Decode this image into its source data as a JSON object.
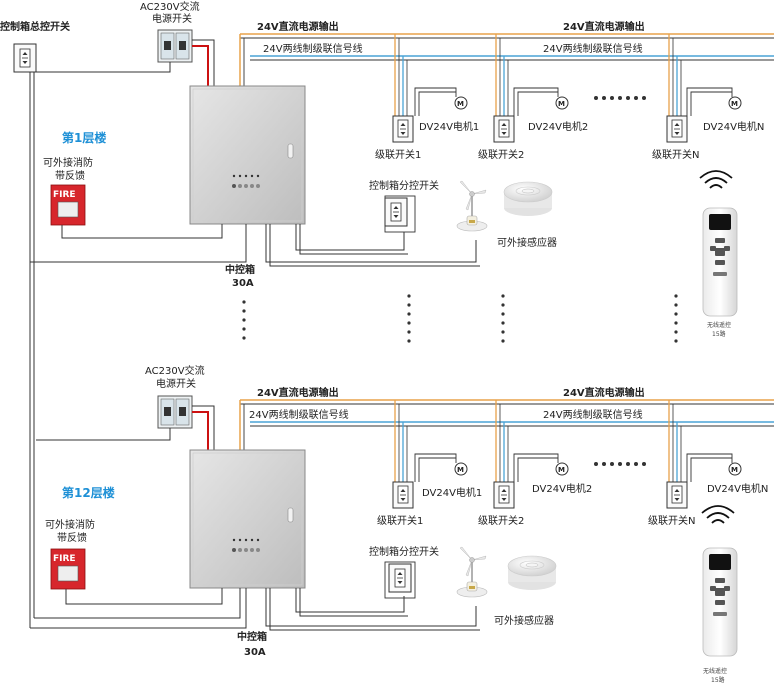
{
  "master_switch_label": "控制箱总控开关",
  "floors": [
    {
      "floor_label": "第1层楼",
      "ac_label_line1": "AC230V交流",
      "ac_label_line2": "电源开关",
      "dc_output_label": "24V直流电源输出",
      "signal_label": "24V两线制级联信号线",
      "fire_feedback_line1": "可外接消防",
      "fire_feedback_line2": "带反馈",
      "fire_text": "FIRE",
      "motor_icon_text": "M",
      "motors": [
        {
          "motor_label": "DV24V电机1",
          "switch_label": "级联开关1"
        },
        {
          "motor_label": "DV24V电机2",
          "switch_label": "级联开关2"
        },
        {
          "motor_label": "DV24V电机N",
          "switch_label": "级联开关N"
        }
      ],
      "control_box_label": "中控箱",
      "control_box_rating": "30A",
      "sub_switch_label": "控制箱分控开关",
      "sensor_label": "可外接感应器",
      "remote_line1": "无线遥控",
      "remote_line2": "15路"
    },
    {
      "floor_label": "第12层楼",
      "ac_label_line1": "AC230V交流",
      "ac_label_line2": "电源开关",
      "dc_output_label": "24V直流电源输出",
      "signal_label": "24V两线制级联信号线",
      "fire_feedback_line1": "可外接消防",
      "fire_feedback_line2": "带反馈",
      "fire_text": "FIRE",
      "motor_icon_text": "M",
      "motors": [
        {
          "motor_label": "DV24V电机1",
          "switch_label": "级联开关1"
        },
        {
          "motor_label": "DV24V电机2",
          "switch_label": "级联开关2"
        },
        {
          "motor_label": "DV24V电机N",
          "switch_label": "级联开关N"
        }
      ],
      "control_box_label": "中控箱",
      "control_box_rating": "30A",
      "sub_switch_label": "控制箱分控开关",
      "sensor_label": "可外接感应器",
      "remote_line1": "无线遥控",
      "remote_line2": "15路"
    }
  ],
  "colors": {
    "dc_line": "#e8a24a",
    "signal_line": "#4aa3d6",
    "ac_red": "#cc1111",
    "fire_red": "#d7262c",
    "floor_blue": "#1e90d6"
  }
}
